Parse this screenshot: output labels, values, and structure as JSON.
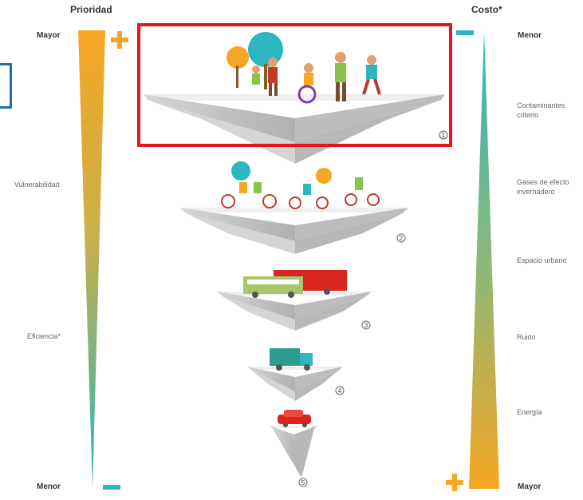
{
  "left_scale": {
    "header": "Prioridad",
    "top_label": "Mayor",
    "bottom_label": "Menor",
    "criteria": [
      "Vulnerabilidad",
      "Eficiencia*"
    ],
    "top_symbol": "+",
    "bottom_symbol": "−"
  },
  "right_scale": {
    "header": "Costo*",
    "top_label": "Menor",
    "bottom_label": "Mayor",
    "criteria": [
      "Contaminantes criterio",
      "Gases de efecto invernadero",
      "Espacio urbano",
      "Ruido",
      "Energía"
    ],
    "top_symbol": "−",
    "bottom_symbol": "+"
  },
  "levels": [
    {
      "number": "1",
      "icon": "pedestrians-icon"
    },
    {
      "number": "2",
      "icon": "cyclists-icon"
    },
    {
      "number": "3",
      "icon": "public-transport-icon"
    },
    {
      "number": "4",
      "icon": "freight-truck-icon"
    },
    {
      "number": "5",
      "icon": "car-icon"
    }
  ],
  "colors": {
    "orange": "#f5a623",
    "teal": "#2bb6c0",
    "highlight_red": "#e8141c",
    "highlight_blue": "#1f6fb5",
    "platform_top": "#efefef",
    "platform_side": "#c9c9c9"
  }
}
